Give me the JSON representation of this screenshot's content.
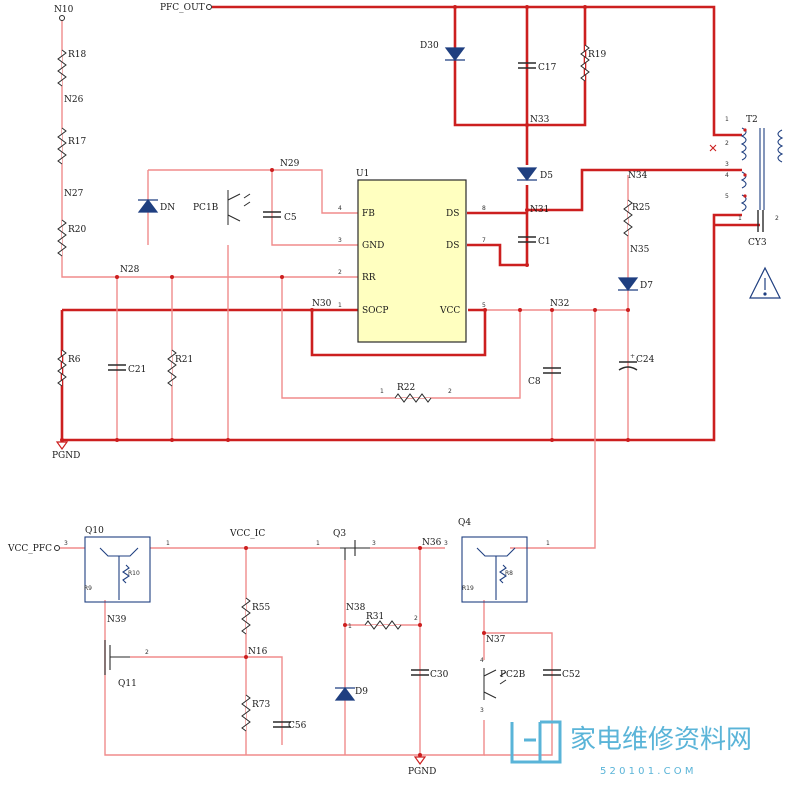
{
  "nets": {
    "pfc_out": "PFC_OUT",
    "vcc_pfc": "VCC_PFC",
    "vcc_ic": "VCC_IC",
    "pgnd_top": "PGND",
    "pgnd_bottom": "PGND",
    "n10": "N10",
    "n26": "N26",
    "n27": "N27",
    "n28": "N28",
    "n29": "N29",
    "n30": "N30",
    "n31": "N31",
    "n32": "N32",
    "n33": "N33",
    "n34": "N34",
    "n35": "N35",
    "n36": "N36",
    "n37": "N37",
    "n38": "N38",
    "n39": "N39",
    "n16": "N16"
  },
  "ic": {
    "ref": "U1",
    "pins": [
      {
        "num": "4",
        "name": "FB"
      },
      {
        "num": "3",
        "name": "GND"
      },
      {
        "num": "2",
        "name": "RR"
      },
      {
        "num": "1",
        "name": "SOCP"
      },
      {
        "num": "8",
        "name": "DS"
      },
      {
        "num": "7",
        "name": "DS"
      },
      {
        "num": "5",
        "name": "VCC"
      }
    ]
  },
  "components": {
    "r18": "R18",
    "r17": "R17",
    "r20": "R20",
    "r6": "R6",
    "r21": "R21",
    "r22": "R22",
    "r19": "R19",
    "r25": "R25",
    "r55": "R55",
    "r73": "R73",
    "r31": "R31",
    "c21": "C21",
    "c5": "C5",
    "c17": "C17",
    "c1": "C1",
    "c8": "C8",
    "c24": "C24",
    "c56": "C56",
    "c30": "C30",
    "c52": "C52",
    "cy3": "CY3",
    "d30": "D30",
    "d5": "D5",
    "d7": "D7",
    "d9": "D9",
    "dn": "DN",
    "pc1b": "PC1B",
    "pc2b": "PC2B",
    "t2": "T2",
    "q10": "Q10",
    "q11": "Q11",
    "q3": "Q3",
    "q4": "Q4",
    "r10": "R10",
    "r9": "R9",
    "r19b": "R19",
    "r8": "R8"
  },
  "pin_labels": {
    "one": "1",
    "two": "2",
    "three": "3",
    "four": "4",
    "five": "5",
    "plus": "+"
  },
  "watermark": {
    "cn": "家电维修资料网",
    "url": "5 2 0 1 0 1 . C O M"
  },
  "colors": {
    "wire_strong": "#cc1f1f",
    "wire_light": "#f08c8c",
    "ic_fill": "#ffffc0",
    "component": "#2a2a2a",
    "diode": "#1f3f80",
    "watermark": "#5ab4d8"
  }
}
